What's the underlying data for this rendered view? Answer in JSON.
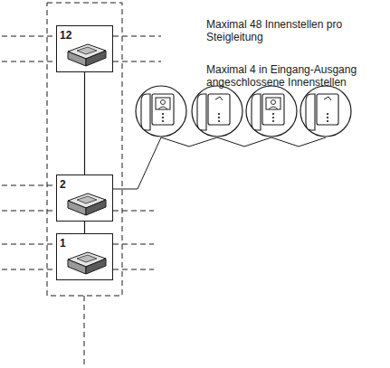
{
  "diagram": {
    "nodes": [
      {
        "text": [
          "12"
        ]
      },
      {
        "text": [
          "2"
        ]
      },
      {
        "text": [
          "1"
        ]
      }
    ],
    "edges": [
      {
        "from": 0,
        "to": 1,
        "arrow": "none"
      },
      {
        "from": 1,
        "to": 2,
        "arrow": "none"
      }
    ],
    "labels": [
      "Maximal 48 Innenstellen pro Steigleitung",
      "Maximal 4 in Eingang-Ausgang angeschlossene Innenstellen"
    ]
  }
}
